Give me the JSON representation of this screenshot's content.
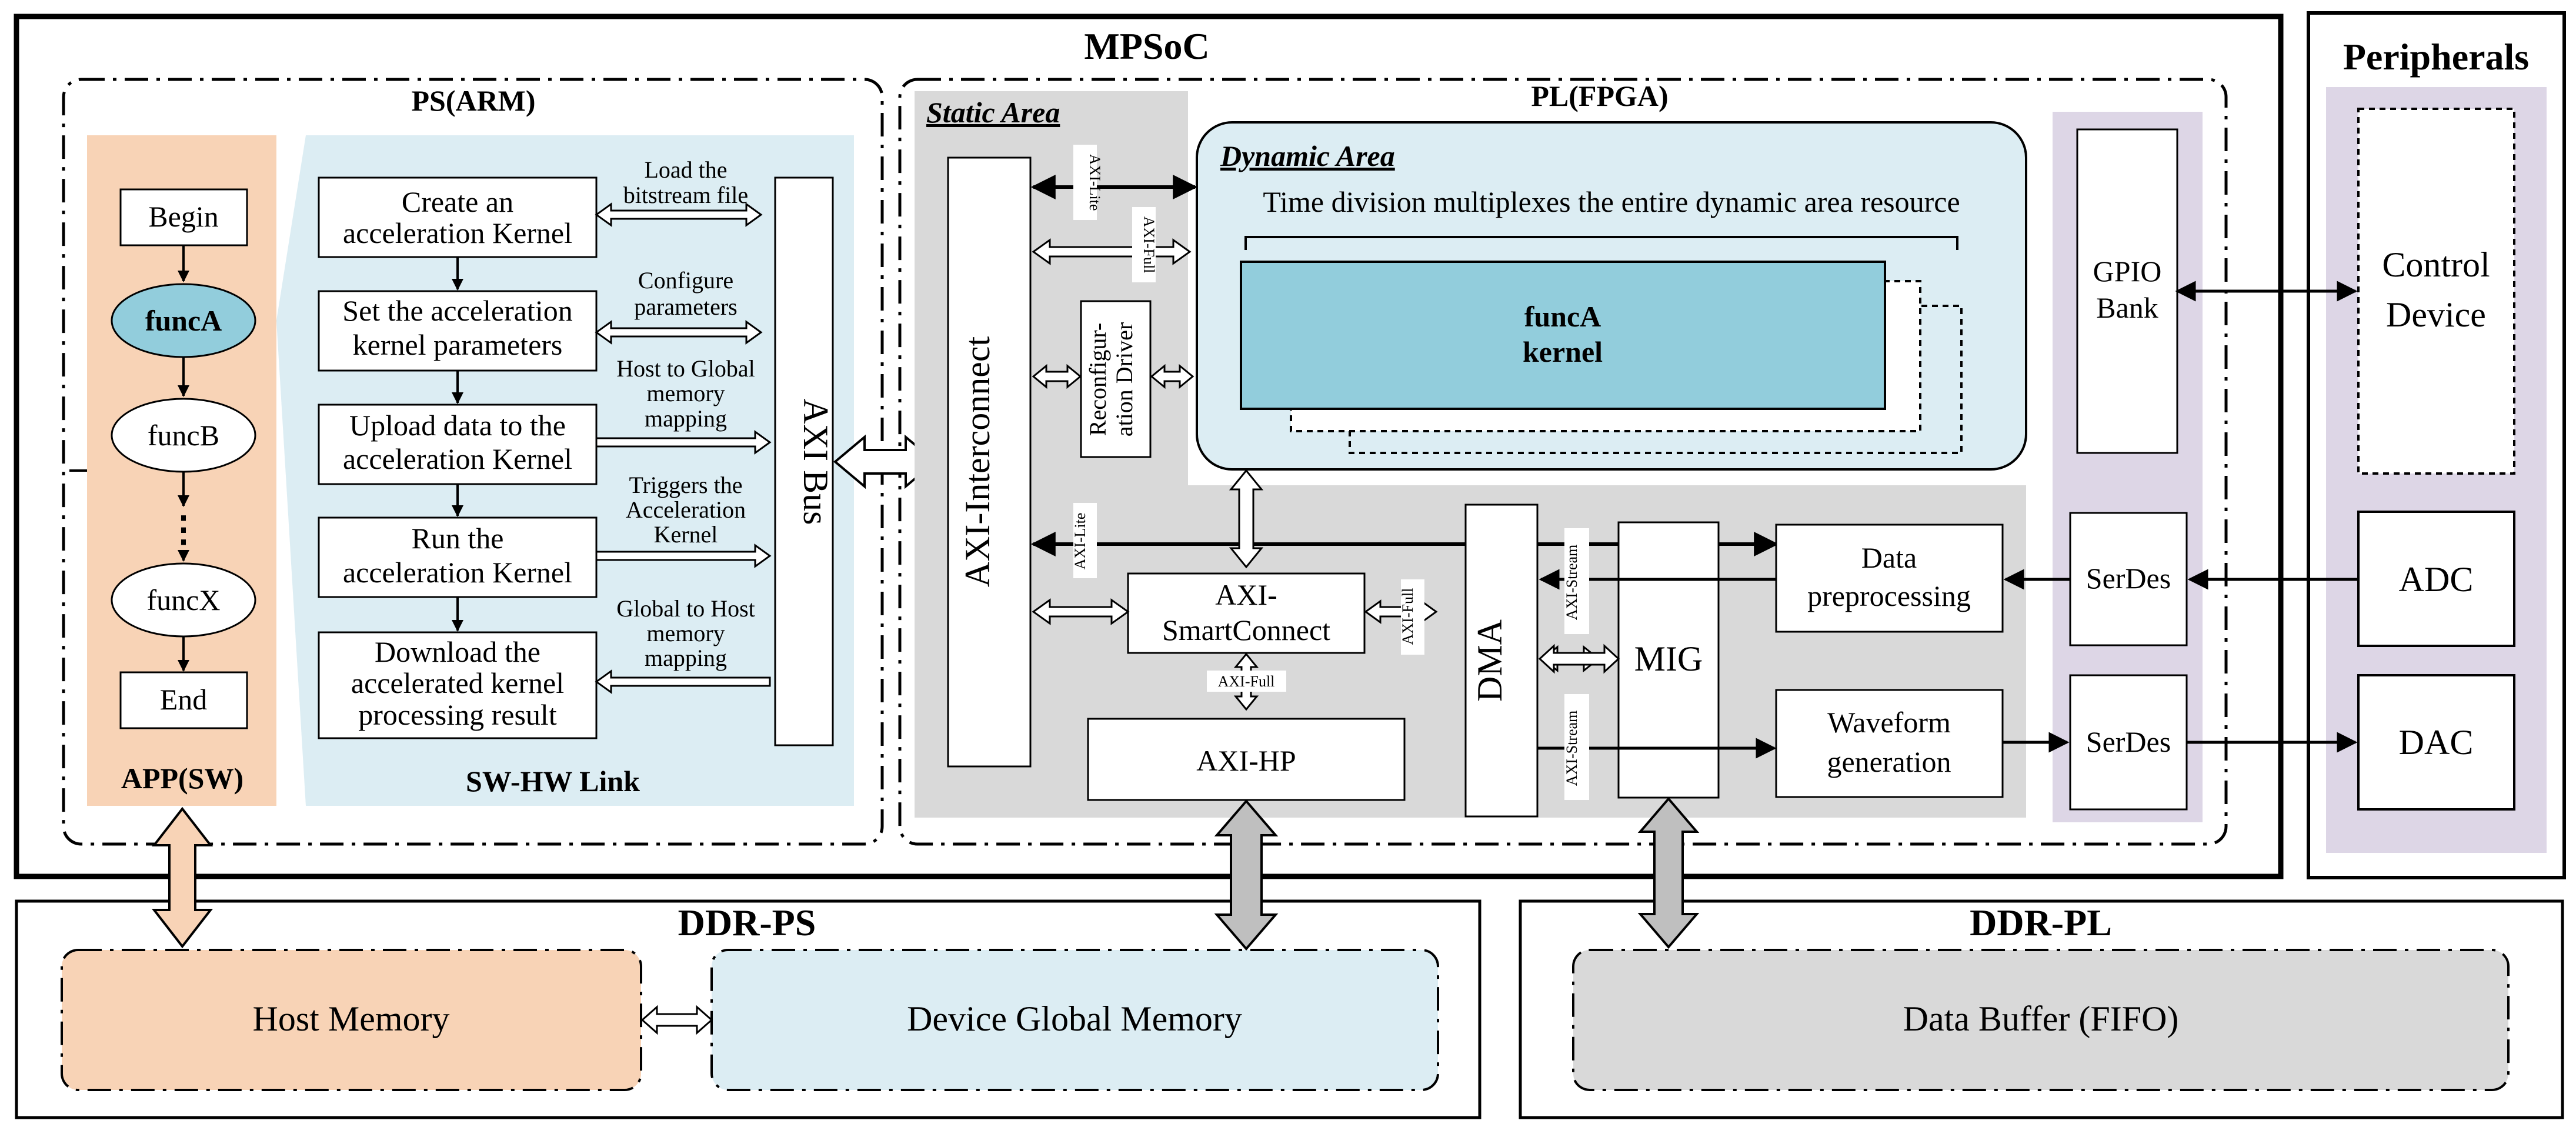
{
  "titles": {
    "mpsoc": "MPSoC",
    "peripherals": "Peripherals",
    "ps": "PS(ARM)",
    "pl": "PL(FPGA)",
    "ddr_ps": "DDR-PS",
    "ddr_pl": "DDR-PL",
    "app_sw": "APP(SW)",
    "sw_hw_link": "SW-HW Link",
    "static_area": "Static Area",
    "dynamic_area": "Dynamic Area"
  },
  "app_flow": {
    "begin": "Begin",
    "funcA": "funcA",
    "funcB": "funcB",
    "ellipsis": "⋮",
    "funcX": "funcX",
    "end": "End"
  },
  "link_steps": [
    [
      "Create an",
      "acceleration Kernel"
    ],
    [
      "Set the acceleration",
      "kernel parameters"
    ],
    [
      "Upload data to the",
      "acceleration Kernel"
    ],
    [
      "Run the",
      "acceleration Kernel"
    ],
    [
      "Download the",
      "accelerated kernel",
      "processing result"
    ]
  ],
  "link_labels": [
    [
      "Load the",
      "bitstream file"
    ],
    [
      "Configure",
      "parameters"
    ],
    [
      "Host to Global",
      "memory",
      "mapping"
    ],
    [
      "Triggers the",
      "Acceleration",
      "Kernel"
    ],
    [
      "Global to Host",
      "memory",
      "mapping"
    ]
  ],
  "axi_bus": "AXI Bus",
  "static": {
    "axi_interconnect": "AXI-Interconnect",
    "reconfig_driver": [
      "Reconfigur-",
      "ation Driver"
    ],
    "smartconnect": [
      "AXI-",
      "SmartConnect"
    ],
    "axi_hp": "AXI-HP"
  },
  "dynamic": {
    "description": "Time division multiplexes the entire dynamic area resource",
    "kernel": [
      "funcA",
      "kernel"
    ]
  },
  "pl_blocks": {
    "dma": "DMA",
    "mig": "MIG",
    "data_pre": [
      "Data",
      "preprocessing"
    ],
    "waveform": [
      "Waveform",
      "generation"
    ],
    "gpio": [
      "GPIO",
      "Bank"
    ],
    "serdes1": "SerDes",
    "serdes2": "SerDes"
  },
  "bus_labels": {
    "lite1": "AXI-Lite",
    "full1": "AXI-Full",
    "lite2": "AXI-Lite",
    "full2": "AXI-Full",
    "full3": "AXI-Full",
    "stream1": "AXI-Stream",
    "stream2": "AXI-Stream"
  },
  "peripheral_blocks": {
    "control": [
      "Control",
      "Device"
    ],
    "adc": "ADC",
    "dac": "DAC"
  },
  "memory": {
    "host": "Host Memory",
    "device_global": "Device Global Memory",
    "data_buffer": "Data Buffer (FIFO)"
  },
  "colors": {
    "app_bg": "#f8d3b6",
    "link_bg": "#dcedf3",
    "static_bg": "#d9d9d9",
    "dynamic_bg": "#dcedf3",
    "kernel_fill": "#92cddc",
    "serdes_bg": "#ddd6e6",
    "peripheral_bg": "#ddd6e6",
    "host_mem": "#f8d3b6",
    "device_mem": "#dcedf3",
    "fifo": "#d9d9d9",
    "arrow_grey": "#bfbfbf",
    "arrow_orange": "#f8d3b6"
  }
}
